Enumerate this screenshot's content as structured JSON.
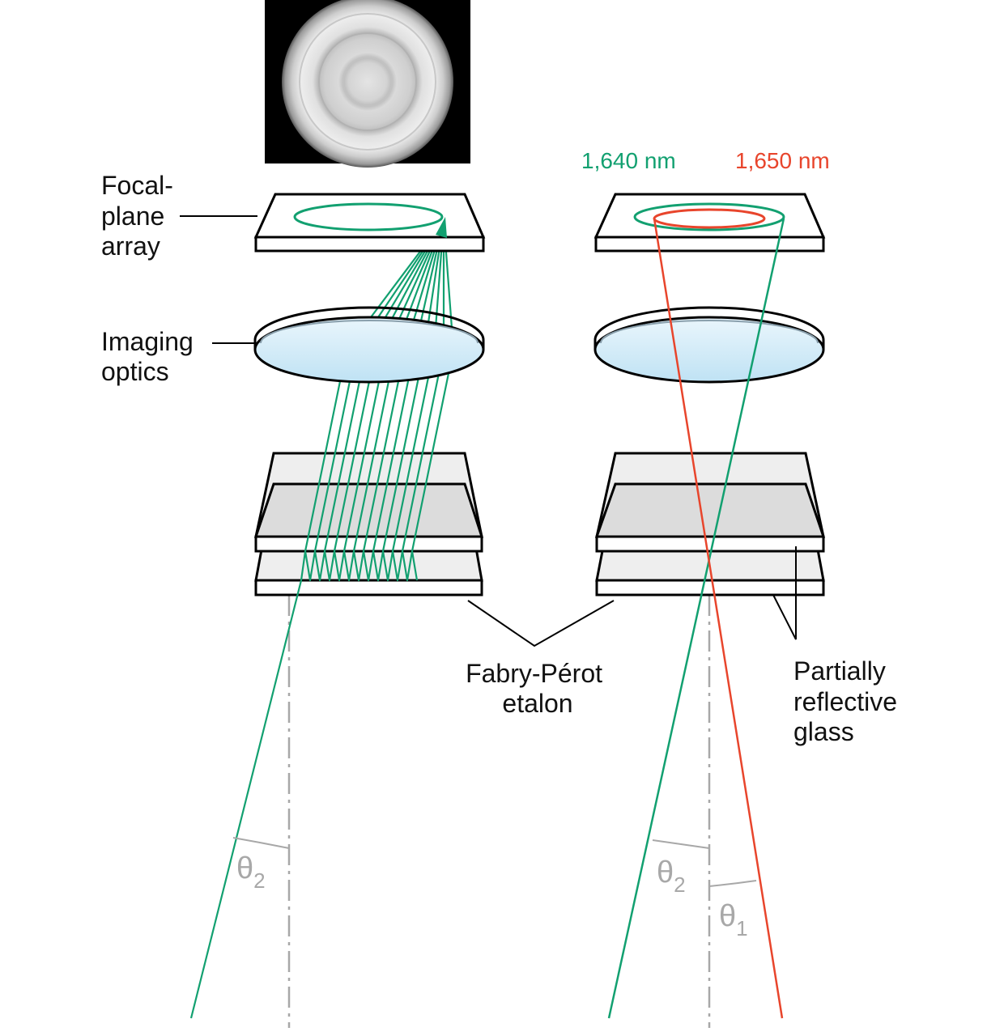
{
  "labels": {
    "focal_plane_array": [
      "Focal-",
      "plane",
      "array"
    ],
    "imaging_optics": [
      "Imaging",
      "optics"
    ],
    "fabry_perot_etalon": [
      "Fabry-Pérot",
      "etalon"
    ],
    "partially_reflective_glass": [
      "Partially",
      "reflective",
      "glass"
    ]
  },
  "wavelengths": {
    "green": "1,640 nm",
    "red": "1,650 nm"
  },
  "angles": {
    "left_theta2": {
      "symbol": "θ",
      "subscript": "2"
    },
    "right_theta2": {
      "symbol": "θ",
      "subscript": "2"
    },
    "right_theta1": {
      "symbol": "θ",
      "subscript": "1"
    }
  },
  "colors": {
    "green_ray": "#12a070",
    "red_ray": "#e8452c",
    "lens_fill": "#cfe9f7",
    "glass_fill": "#eeeeee",
    "glass_dark_fill": "#dcdcdc",
    "axis_gray": "#a8a8a8"
  }
}
